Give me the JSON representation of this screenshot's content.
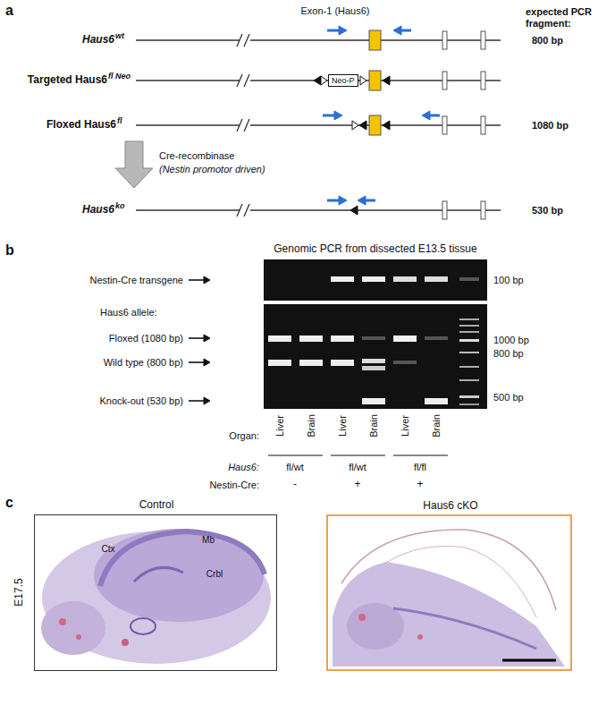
{
  "diagram": {
    "nodes": [
      {
        "text": [
          "Neo-P"
        ]
      },
      {
        "text": [
          "Control",
          "Ctx",
          "Mb",
          "Crbl"
        ]
      },
      {
        "text": [
          "Haus6 cKO"
        ]
      }
    ],
    "labels": [
      "a",
      "Exon-1 (Haus6)",
      "expected PCR fragment:",
      "Haus6",
      "wt",
      "800 bp",
      "Targeted Haus6",
      "fl Neo",
      "Floxed Haus6",
      "fl",
      "1080 bp",
      "Cre-recombinase",
      "(Nestin promotor driven)",
      "Haus6",
      "ko",
      "530 bp",
      "b",
      "Genomic PCR from dissected E13.5 tissue",
      "Nestin-Cre transgene",
      "100 bp",
      "Haus6 allele:",
      "Floxed (1080 bp)",
      "Wild type (800 bp)",
      "Knock-out (530 bp)",
      "1000 bp",
      "800 bp",
      "500 bp",
      "Organ:",
      "Liver",
      "Brain",
      "Liver",
      "Brain",
      "Liver",
      "Brain",
      "Haus6:",
      "fl/wt",
      "fl/wt",
      "fl/fl",
      "Nestin-Cre:",
      "-",
      "+",
      "+",
      "c",
      "E17.5"
    ]
  }
}
